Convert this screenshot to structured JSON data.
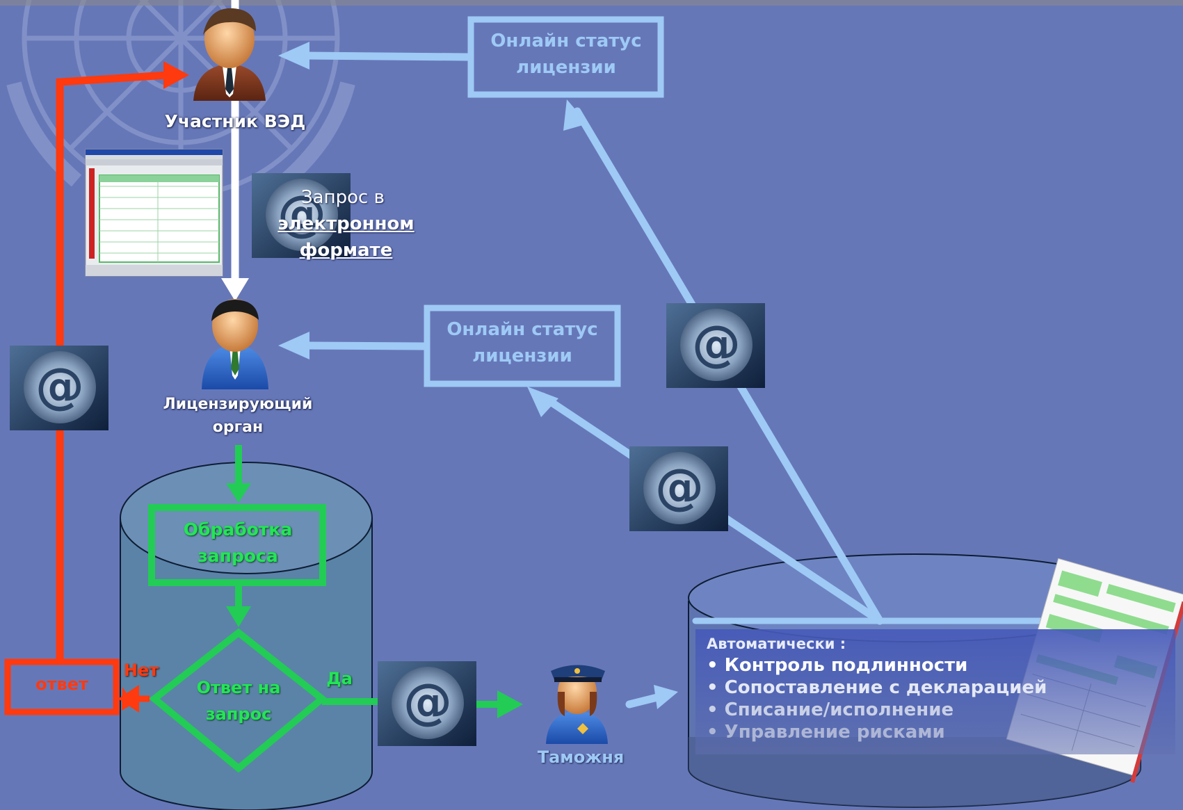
{
  "participant": {
    "label": "Участник ВЭД"
  },
  "request": {
    "line1": "Запрос в",
    "line2": "электронном",
    "line3": "формате"
  },
  "licensing": {
    "line1": "Лицензирующий",
    "line2": "орган"
  },
  "status_top": {
    "line1": "Онлайн статус",
    "line2": "лицензии"
  },
  "status_mid": {
    "line1": "Онлайн статус",
    "line2": "лицензии"
  },
  "processing": {
    "line1": "Обработка",
    "line2": "запроса"
  },
  "decision": {
    "line1": "Ответ на",
    "line2": "запрос"
  },
  "branch_no": "Нет",
  "branch_yes": "Да",
  "answer": "ответ",
  "customs": {
    "label": "Таможня"
  },
  "auto": {
    "title": "Автоматически :",
    "items": [
      "Контроль подлинности",
      "Сопоставление с декларацией",
      "Списание/исполнение",
      "Управление рисками"
    ]
  },
  "colors": {
    "background": "#6677b8",
    "status_blue": "#9ecaf5",
    "process_green": "#22e655",
    "answer_red": "#ff3a0f",
    "cylinder": "#5b83a8"
  },
  "icons": [
    "at-icon",
    "businessman-icon",
    "official-icon",
    "customs-officer-icon",
    "form-screenshot",
    "document-icon",
    "un-emblem-watermark"
  ]
}
